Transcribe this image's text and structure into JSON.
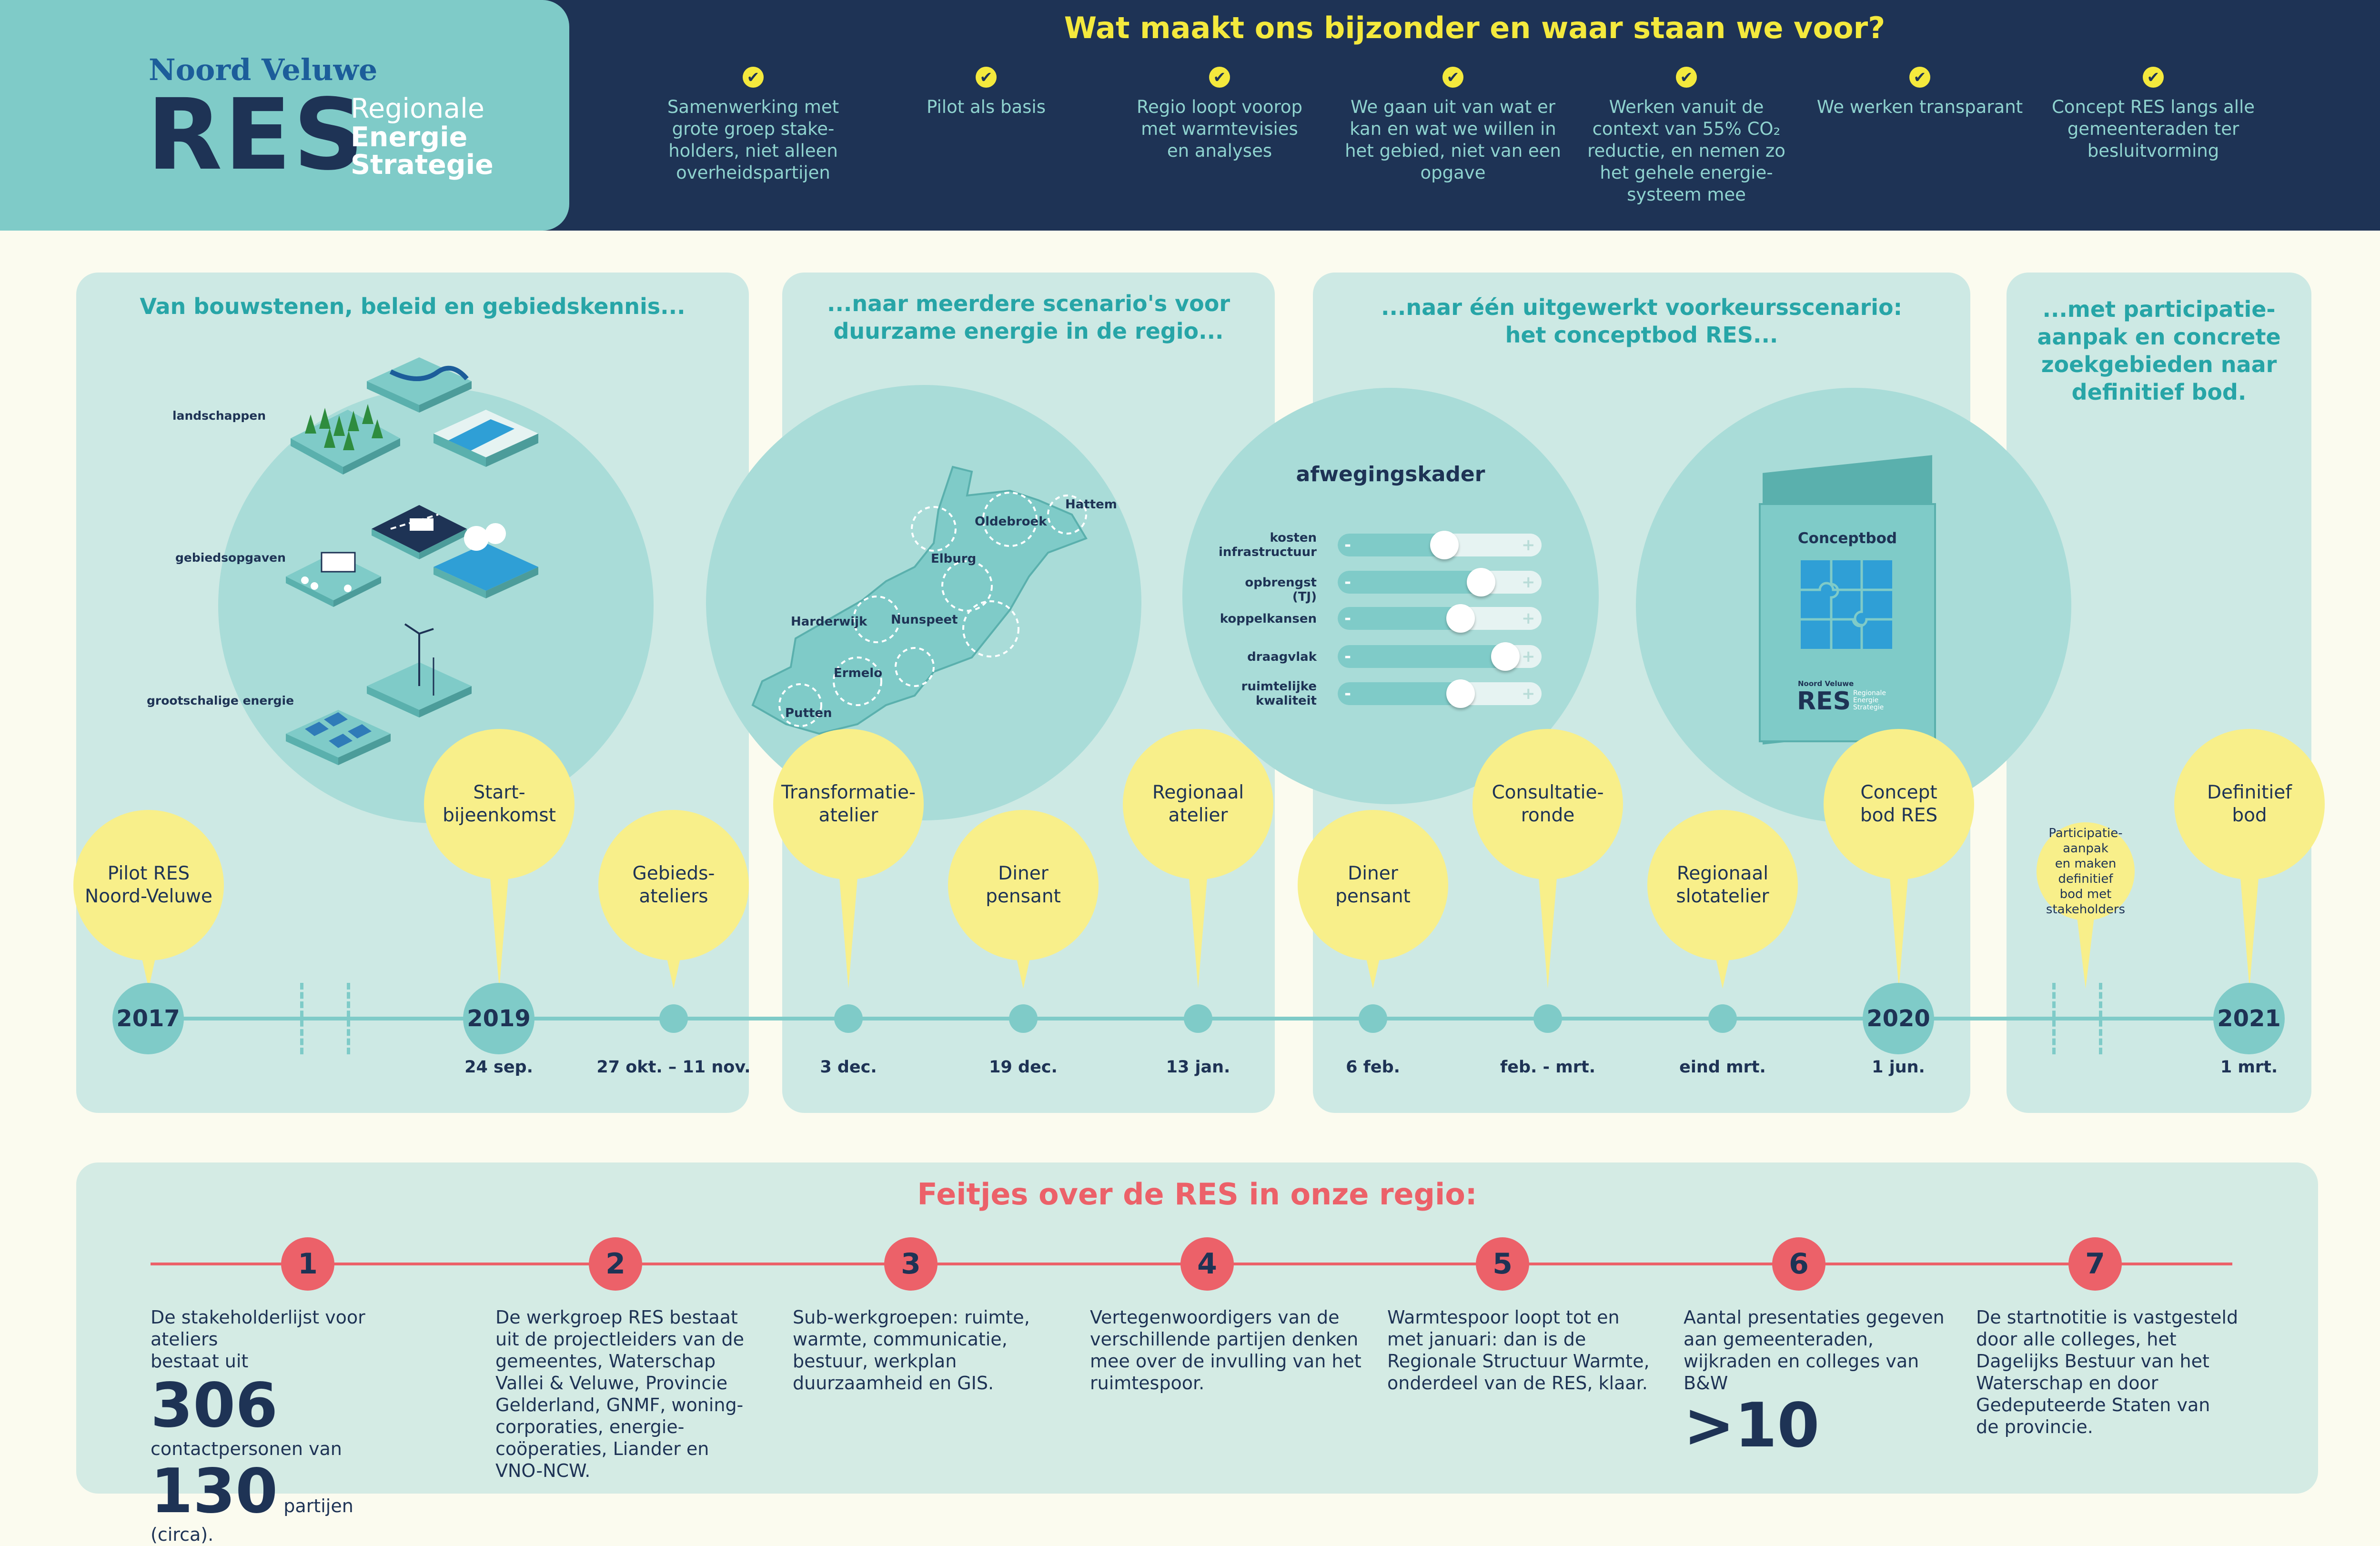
{
  "header": {
    "logo_top": "Noord Veluwe",
    "logo_res": "RES",
    "logo_sub": [
      "Regionale",
      "Energie",
      "Strategie"
    ],
    "title": "Wat maakt ons bijzonder en waar staan we voor?",
    "check_glyph": "✔",
    "values": [
      [
        "Samenwerking met",
        "grote groep stake-",
        "holders, niet alleen",
        "overheidspartijen"
      ],
      [
        "Pilot als basis"
      ],
      [
        "Regio loopt voorop",
        "met warmtevisies",
        "en analyses"
      ],
      [
        "We gaan uit van wat er",
        "kan en wat we willen in",
        "het gebied, niet van een",
        "opgave"
      ],
      [
        "Werken vanuit de",
        "context van 55% CO₂",
        "reductie, en nemen zo",
        "het gehele energie-",
        "systeem mee"
      ],
      [
        "We werken transparant"
      ],
      [
        "Concept RES langs alle",
        "gemeenteraden ter",
        "besluitvorming"
      ]
    ]
  },
  "panels": {
    "p1_title": "Van bouwstenen, beleid en gebiedskennis...",
    "p1_labels": [
      "landschappen",
      "gebiedsopgaven",
      "grootschalige energie"
    ],
    "p2_title": [
      "...naar meerdere scenario's voor",
      "duurzame energie in de regio..."
    ],
    "p2_map_labels": [
      "Hattem",
      "Oldebroek",
      "Elburg",
      "Harderwijk",
      "Nunspeet",
      "Ermelo",
      "Putten"
    ],
    "p3_title": [
      "...naar één uitgewerkt voorkeursscenario:",
      "het conceptbod RES..."
    ],
    "p3_widget_title": "afwegingskader",
    "p3_sliders": [
      {
        "label": [
          "kosten",
          "infrastructuur"
        ],
        "value": 0.5
      },
      {
        "label": [
          "opbrengst (TJ)"
        ],
        "value": 0.68
      },
      {
        "label": [
          "koppelkansen"
        ],
        "value": 0.58
      },
      {
        "label": [
          "draagvlak"
        ],
        "value": 0.8
      },
      {
        "label": [
          "ruimtelijke",
          "kwaliteit"
        ],
        "value": 0.58
      }
    ],
    "p3_minus": "-",
    "p3_plus": "+",
    "p3_book_title": "Conceptbod",
    "p3_book_logo_top": "Noord Veluwe",
    "p3_book_logo_res": "RES",
    "p3_book_logo_sub": [
      "Regionale",
      "Energie",
      "Strategie"
    ],
    "p4_title": [
      "...met participatie-",
      "aanpak en concrete",
      "zoekgebieden naar",
      "definitief bod."
    ]
  },
  "timeline": {
    "years": [
      "2017",
      "2019",
      "2020",
      "2021"
    ],
    "bubbles": [
      [
        "Pilot RES",
        "Noord-Veluwe"
      ],
      [
        "Start-",
        "bijeenkomst"
      ],
      [
        "Gebieds-",
        "ateliers"
      ],
      [
        "Transformatie-",
        "atelier"
      ],
      [
        "Diner",
        "pensant"
      ],
      [
        "Regionaal",
        "atelier"
      ],
      [
        "Diner",
        "pensant"
      ],
      [
        "Consultatie-",
        "ronde"
      ],
      [
        "Regionaal",
        "slotatelier"
      ],
      [
        "Concept",
        "bod RES"
      ],
      [
        "Participatie-",
        "aanpak",
        "en maken definitief",
        "bod met",
        "stakeholders"
      ],
      [
        "Definitief",
        "bod"
      ]
    ],
    "dates": [
      "24 sep.",
      "27 okt. – 11 nov.",
      "3 dec.",
      "19 dec.",
      "13 jan.",
      "6 feb.",
      "feb. - mrt.",
      "eind mrt.",
      "1 jun.",
      "1 mrt."
    ]
  },
  "facts": {
    "title": "Feitjes over de RES in onze regio:",
    "numbers": [
      "1",
      "2",
      "3",
      "4",
      "5",
      "6",
      "7"
    ],
    "f1": {
      "text": [
        "De stakeholderlijst voor ateliers",
        "bestaat uit"
      ],
      "big1": "306",
      "small1": "contactpersonen van",
      "big2": "130",
      "small2": "partijen (circa)."
    },
    "f2": [
      "De werkgroep RES bestaat",
      "uit de projectleiders van de",
      "gemeentes, Waterschap",
      "Vallei & Veluwe, Provincie",
      "Gelderland, GNMF, woning-",
      "corporaties, energie-",
      "coöperaties, Liander en",
      "VNO-NCW."
    ],
    "f3": [
      "Sub-werkgroepen: ruimte,",
      "warmte, communicatie,",
      "bestuur, werkplan",
      "duurzaamheid en GIS."
    ],
    "f4": [
      "Vertegenwoordigers van de",
      "verschillende partijen denken",
      "mee over de invulling van het",
      "ruimtespoor."
    ],
    "f5": [
      "Warmtespoor loopt tot en",
      "met januari: dan is de",
      "Regionale Structuur Warmte,",
      "onderdeel van de RES, klaar."
    ],
    "f6": {
      "text": [
        "Aantal presentaties gegeven",
        "aan gemeenteraden,",
        "wijkraden en colleges van B&W"
      ],
      "big": ">10"
    },
    "f7": [
      "De startnotitie is vastgesteld",
      "door alle colleges, het",
      "Dagelijks Bestuur van het",
      "Waterschap en door",
      "Gedeputeerde Staten van",
      "de provincie."
    ]
  },
  "colors": {
    "navy": "#1e3355",
    "teal": "#7fcbc8",
    "yellow": "#f8ef8a",
    "red": "#ec6169",
    "title_teal": "#27a5a7"
  }
}
